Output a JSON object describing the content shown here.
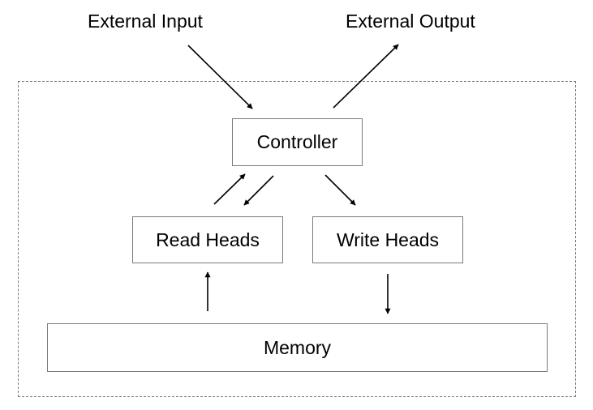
{
  "external": {
    "input_label": "External Input",
    "output_label": "External Output"
  },
  "nodes": {
    "controller": "Controller",
    "read_heads": "Read Heads",
    "write_heads": "Write Heads",
    "memory": "Memory"
  }
}
